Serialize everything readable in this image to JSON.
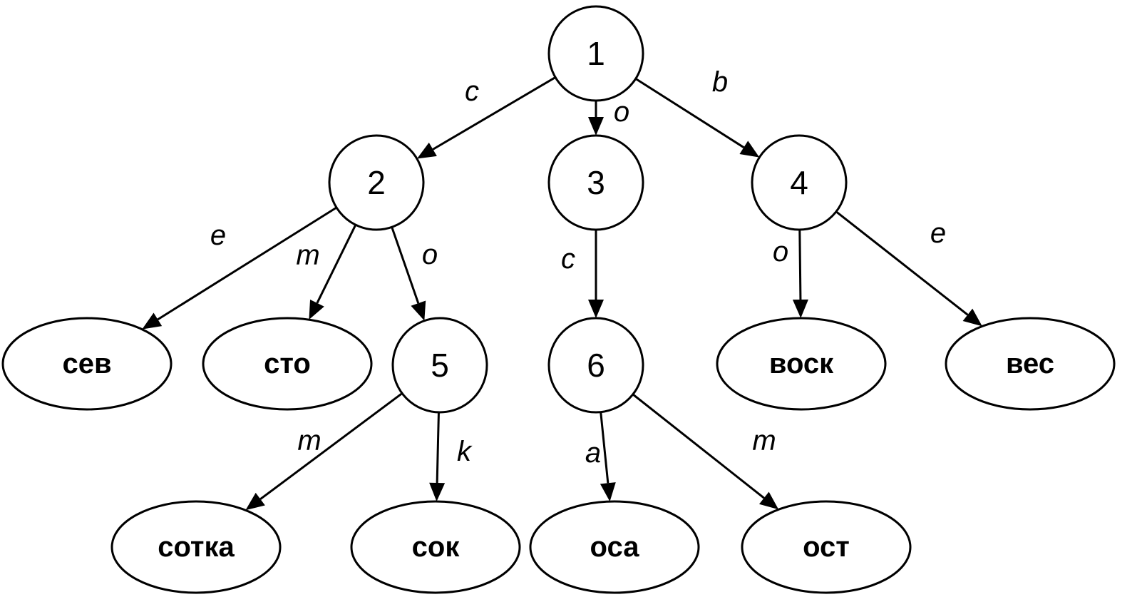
{
  "nodes": [
    {
      "id": "n1",
      "text": "1",
      "kind": "circle"
    },
    {
      "id": "n2",
      "text": "2",
      "kind": "circle"
    },
    {
      "id": "n3",
      "text": "3",
      "kind": "circle"
    },
    {
      "id": "n4",
      "text": "4",
      "kind": "circle"
    },
    {
      "id": "n5",
      "text": "5",
      "kind": "circle"
    },
    {
      "id": "n6",
      "text": "6",
      "kind": "circle"
    },
    {
      "id": "sev",
      "text": "сев",
      "kind": "leaf"
    },
    {
      "id": "sto",
      "text": "сто",
      "kind": "leaf"
    },
    {
      "id": "vosk",
      "text": "воск",
      "kind": "leaf"
    },
    {
      "id": "ves",
      "text": "вес",
      "kind": "leaf"
    },
    {
      "id": "sotka",
      "text": "сотка",
      "kind": "leaf"
    },
    {
      "id": "sok",
      "text": "сок",
      "kind": "leaf"
    },
    {
      "id": "osa",
      "text": "оса",
      "kind": "leaf"
    },
    {
      "id": "ost",
      "text": "ост",
      "kind": "leaf"
    }
  ],
  "edges": [
    {
      "id": "e-1-2",
      "from": "n1",
      "to": "n2",
      "label": "c"
    },
    {
      "id": "e-1-3",
      "from": "n1",
      "to": "n3",
      "label": "o"
    },
    {
      "id": "e-1-4",
      "from": "n1",
      "to": "n4",
      "label": "b"
    },
    {
      "id": "e-2-sev",
      "from": "n2",
      "to": "sev",
      "label": "e"
    },
    {
      "id": "e-2-sto",
      "from": "n2",
      "to": "sto",
      "label": "m"
    },
    {
      "id": "e-2-5",
      "from": "n2",
      "to": "n5",
      "label": "o"
    },
    {
      "id": "e-3-6",
      "from": "n3",
      "to": "n6",
      "label": "c"
    },
    {
      "id": "e-4-vosk",
      "from": "n4",
      "to": "vosk",
      "label": "o"
    },
    {
      "id": "e-4-ves",
      "from": "n4",
      "to": "ves",
      "label": "e"
    },
    {
      "id": "e-5-sotka",
      "from": "n5",
      "to": "sotka",
      "label": "m"
    },
    {
      "id": "e-5-sok",
      "from": "n5",
      "to": "sok",
      "label": "k"
    },
    {
      "id": "e-6-osa",
      "from": "n6",
      "to": "osa",
      "label": "a"
    },
    {
      "id": "e-6-ost",
      "from": "n6",
      "to": "ost",
      "label": "m"
    }
  ]
}
